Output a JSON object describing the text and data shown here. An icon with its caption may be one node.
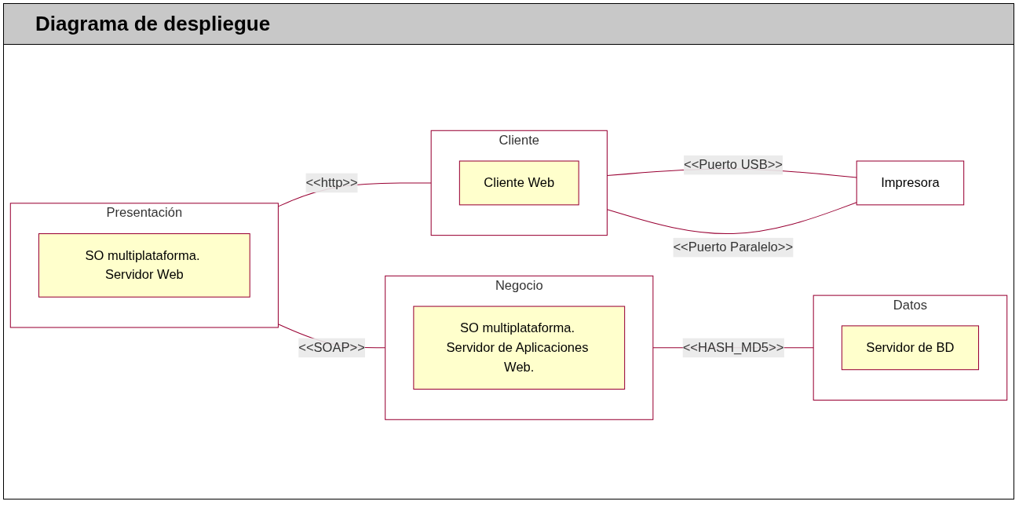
{
  "diagram": {
    "title": "Diagrama de despliegue",
    "nodes": [
      {
        "text": [
          "Presentación"
        ]
      },
      {
        "text": [
          "SO multiplataforma. Servidor Web"
        ],
        "in": 0
      },
      {
        "text": [
          "Cliente"
        ]
      },
      {
        "text": [
          "Cliente Web"
        ],
        "in": 2
      },
      {
        "text": [
          "Impresora"
        ]
      },
      {
        "text": [
          "Negocio"
        ]
      },
      {
        "text": [
          "SO multiplataforma. Servidor de Aplicaciones Web."
        ],
        "in": 5
      },
      {
        "text": [
          "Datos"
        ]
      },
      {
        "text": [
          "Servidor de BD"
        ],
        "in": 7
      }
    ],
    "edges": [
      {
        "from": 0,
        "to": 2,
        "arrow": "none",
        "label": "<<http>>"
      },
      {
        "from": 2,
        "to": 4,
        "arrow": "none",
        "label": "<<Puerto USB>>"
      },
      {
        "from": 2,
        "to": 4,
        "arrow": "none",
        "label": "<<Puerto Paralelo>>"
      },
      {
        "from": 0,
        "to": 5,
        "arrow": "none",
        "label": "<<SOAP>>"
      },
      {
        "from": 5,
        "to": 7,
        "arrow": "none",
        "label": "<<HASH_MD5>>"
      }
    ]
  }
}
